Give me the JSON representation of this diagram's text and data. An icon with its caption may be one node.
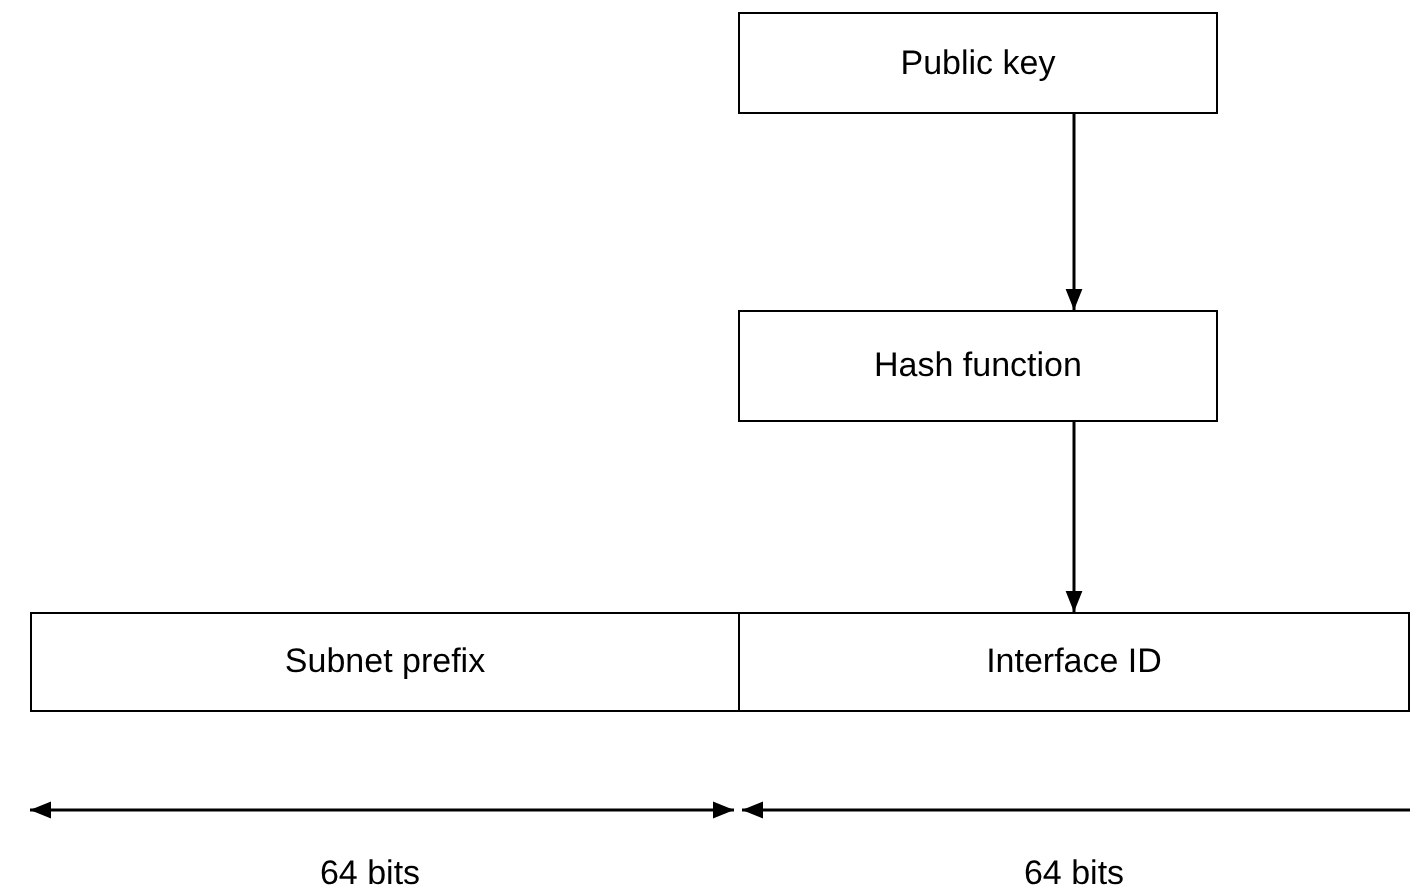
{
  "diagram": {
    "nodes": [
      {
        "text": [
          "Public key"
        ]
      },
      {
        "text": [
          "Hash function"
        ]
      },
      {
        "text": [
          "Subnet prefix"
        ]
      },
      {
        "text": [
          "Interface ID"
        ]
      }
    ],
    "edges": [
      {
        "from": 0,
        "to": 1,
        "arrow": "to"
      },
      {
        "from": 1,
        "to": 3,
        "arrow": "to"
      }
    ],
    "labels": [
      "64 bits",
      "64 bits"
    ]
  }
}
